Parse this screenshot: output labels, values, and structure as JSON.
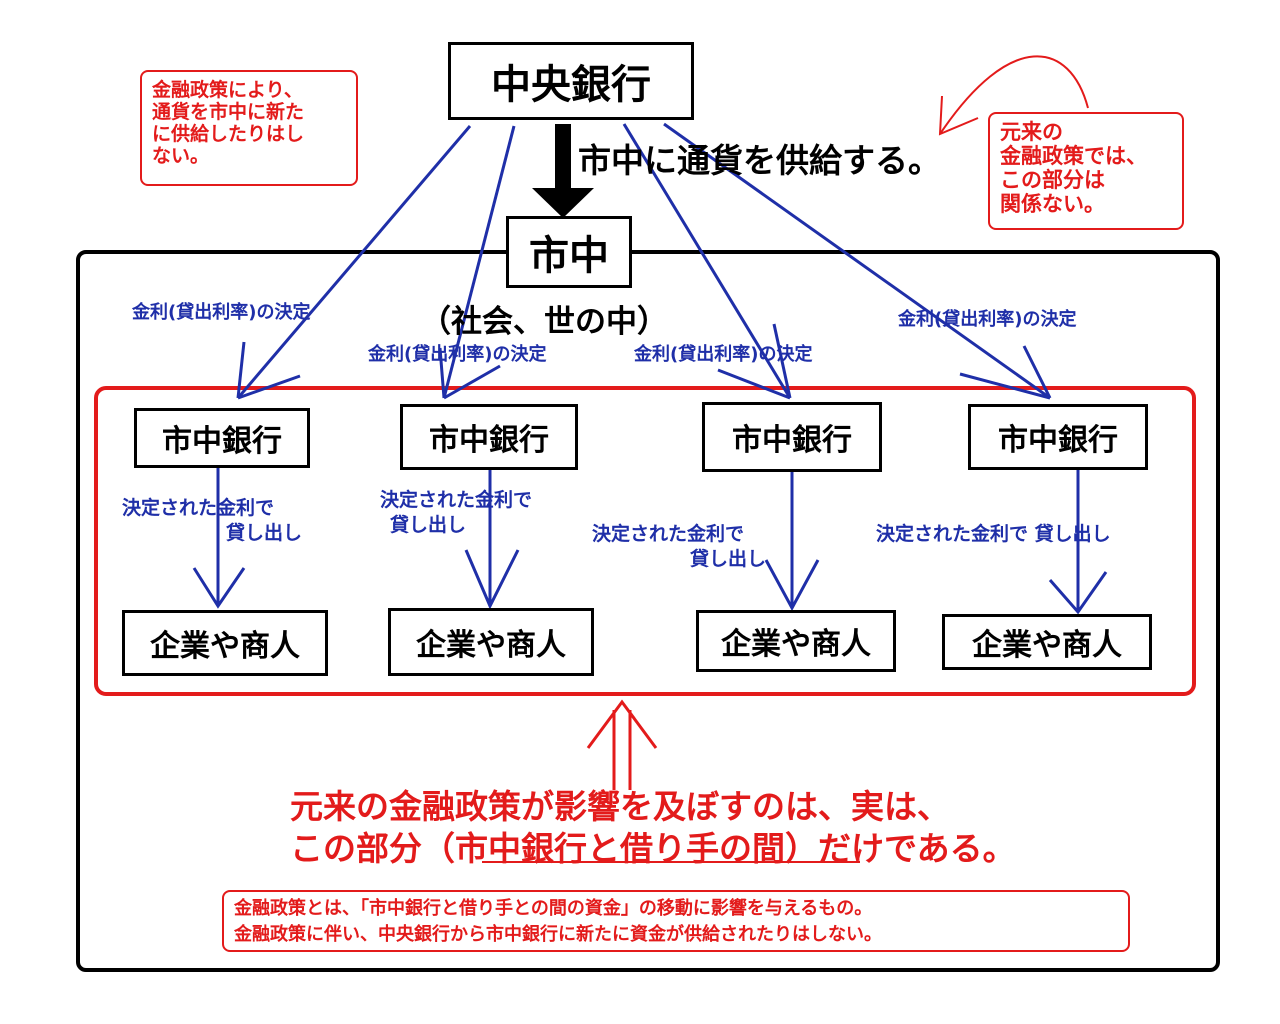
{
  "central_bank": "中央銀行",
  "supply_text": "市中に通貨を供給する。",
  "market": "市中",
  "society": "（社会、世の中）",
  "note_left": [
    "金融政策により、",
    "通貨を市中に新た",
    "に供給したりはし",
    "ない。"
  ],
  "note_right": [
    "元来の",
    "金融政策では、",
    "この部分は",
    "関係ない。"
  ],
  "rate_label": "金利(貸出利率)の決定",
  "bank_label": "市中銀行",
  "lend_line1": "決定された金利で",
  "lend_line2": "貸し出し",
  "lend_inline": "決定された金利で 貸し出し",
  "firm_label": "企業や商人",
  "main_line1": "元来の金融政策が影響を及ぼすのは、実は、",
  "main_line2_a": "この部分（",
  "main_line2_b": "市中銀行と借り手の間",
  "main_line2_c": "）だけである。",
  "bottom_note": [
    "金融政策とは、「市中銀行と借り手との間の資金」の移動に影響を与えるもの。",
    "金融政策に伴い、中央銀行から市中銀行に新たに資金が供給されたりはしない。"
  ],
  "colors": {
    "red": "#e31b1b",
    "blue": "#1f2fa8",
    "black": "#000000"
  }
}
